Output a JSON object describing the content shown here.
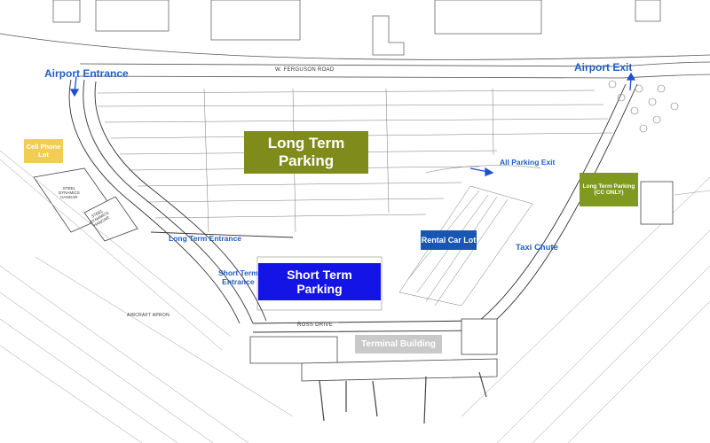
{
  "labels": {
    "airport_entrance": "Airport Entrance",
    "airport_exit": "Airport Exit",
    "all_parking_exit": "All Parking Exit",
    "long_term_entrance": "Long Term Entrance",
    "short_term_entrance": "Short Term\nEntrance",
    "taxi_chute": "Taxi Chute",
    "road_ferguson": "W. FERGUSON ROAD",
    "road_ross": "ROSS DRIVE",
    "aircraft_apron": "AIRCRAFT APRON",
    "hangar1": "STEEL\nDYNAMICS\nHANGAR",
    "hangar2": "STEEL\nDYNAMICS\nHANGAR"
  },
  "zones": {
    "long_term_parking": {
      "text": "Long Term\nParking",
      "color": "#7f8c1b"
    },
    "short_term_parking": {
      "text": "Short Term\nParking",
      "color": "#1414e6"
    },
    "rental_car_lot": {
      "text": "Rental Car Lot",
      "color": "#1856b3"
    },
    "cell_phone_lot": {
      "text": "Cell Phone\nLot",
      "color": "#f1cd52"
    },
    "long_term_cc": {
      "text": "Long Term Parking\n(CC ONLY)",
      "color": "#7f9a1e"
    },
    "terminal_building": {
      "text": "Terminal Building",
      "color": "#c9c9c9"
    }
  },
  "colors": {
    "label_blue": "#1f5fc0",
    "road_line": "#444444",
    "arrow_blue": "#1f4fd0"
  }
}
